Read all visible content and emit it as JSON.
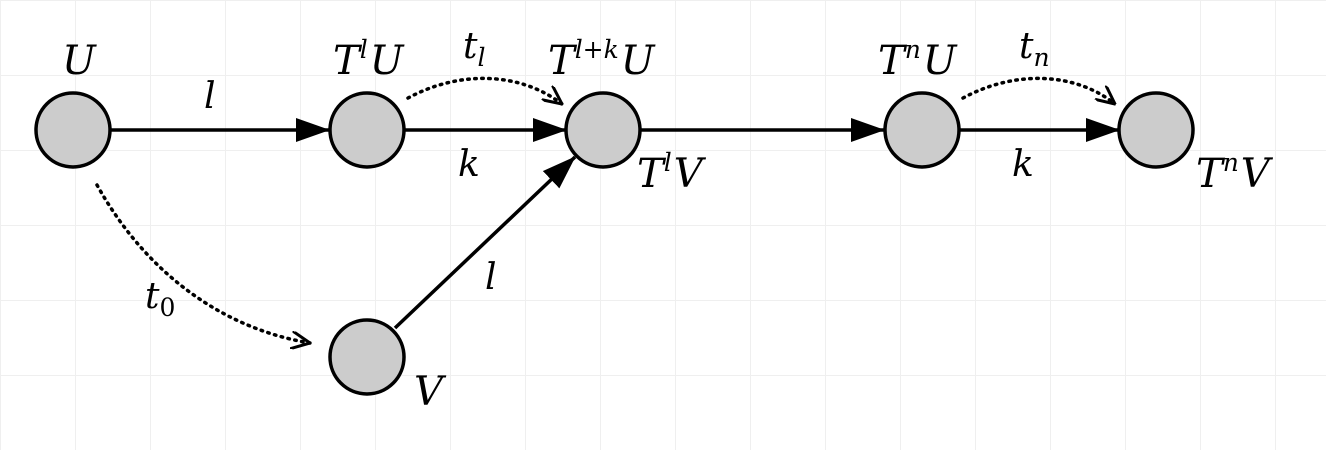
{
  "nodes": [
    {
      "id": "U",
      "label": "U"
    },
    {
      "id": "TlU",
      "label": "T",
      "sup": "l",
      "tail": "U"
    },
    {
      "id": "Tl+kU",
      "label": "T",
      "sup": "l+k",
      "tail": "U",
      "second_label": "T",
      "second_sup": "l",
      "second_tail": "V"
    },
    {
      "id": "TnU",
      "label": "T",
      "sup": "n",
      "tail": "U",
      "second_label": "T",
      "second_sup": "n",
      "second_tail": "V"
    },
    {
      "id": "V",
      "label": "V"
    }
  ],
  "edges": {
    "u_to_tlu": "l",
    "tlu_to_tlku": "k",
    "v_to_tlku": "l",
    "tnu_to_tnv": "k"
  },
  "dotted_edges": {
    "u_to_v": "t",
    "u_to_v_sub": "0",
    "tlu_to_tlku": "t",
    "tlu_to_tlku_sub": "l",
    "tnu_to_tnv": "t",
    "tnu_to_tnv_sub": "n"
  },
  "colors": {
    "node_fill": "#cccccc",
    "stroke": "#000000",
    "grid": "#efefef"
  }
}
